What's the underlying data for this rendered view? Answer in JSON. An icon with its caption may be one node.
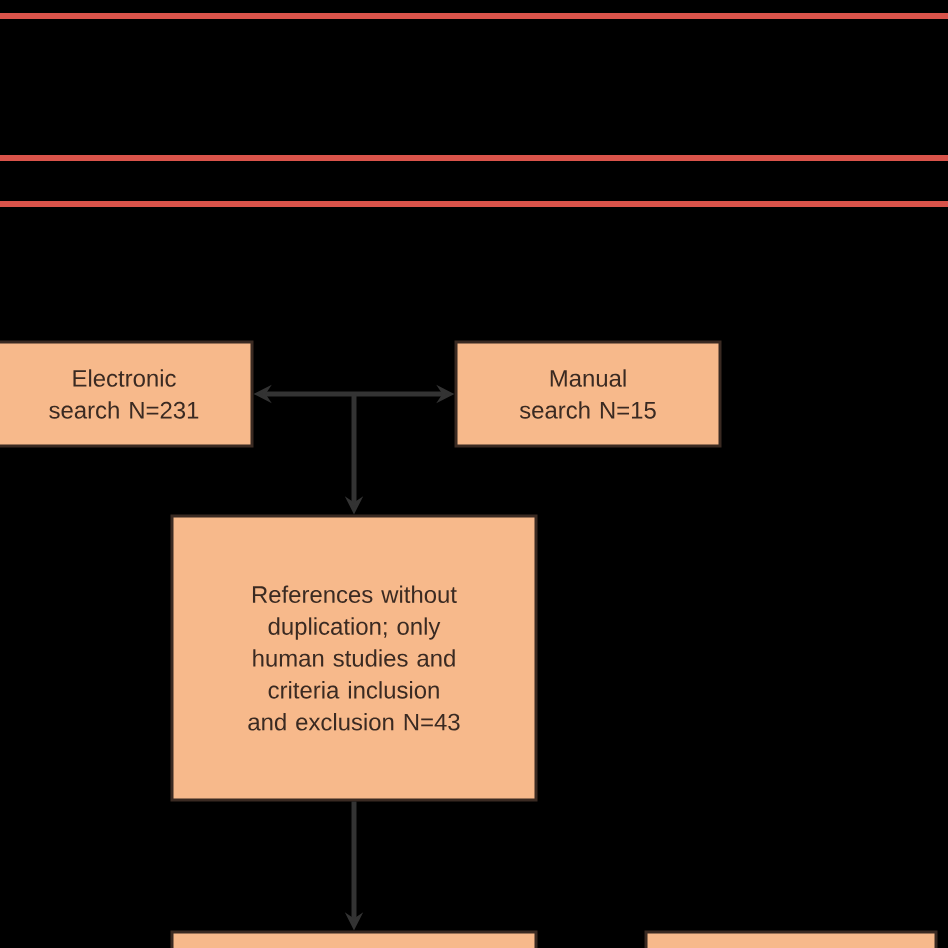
{
  "diagram": {
    "nodes": [
      {
        "text": [
          "Electronic search N=231"
        ]
      },
      {
        "text": [
          "Manual search N=15"
        ]
      },
      {
        "text": [
          "References without duplication; only human studies and criteria inclusion and exclusion N=43"
        ]
      },
      {
        "text": [],
        "shape": "box"
      },
      {
        "text": [],
        "shape": "box"
      }
    ],
    "edges": [
      {
        "from": 0,
        "to": 1,
        "arrow": "both"
      },
      {
        "from": null,
        "to": 2,
        "arrow": "to"
      },
      {
        "from": 2,
        "to": 3,
        "arrow": "to"
      }
    ]
  }
}
